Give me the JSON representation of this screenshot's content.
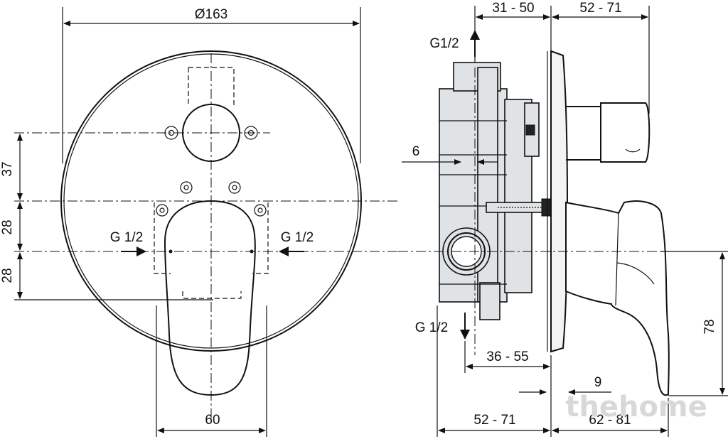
{
  "front_view": {
    "diameter_label": "Ø163",
    "dim_37": "37",
    "dim_28_top": "28",
    "dim_28_bottom": "28",
    "inlet_left": "G 1/2",
    "inlet_right": "G 1/2",
    "dim_60": "60"
  },
  "side_view": {
    "dim_31_50": "31 - 50",
    "dim_52_71_top": "52 - 71",
    "outlet_top": "G1/2",
    "dim_6": "6",
    "outlet_bottom": "G 1/2",
    "dim_36_55": "36 - 55",
    "dim_9": "9",
    "dim_78": "78",
    "dim_52_71_bottom": "52 - 71",
    "dim_62_81": "62 - 81"
  },
  "watermark": "thehome"
}
